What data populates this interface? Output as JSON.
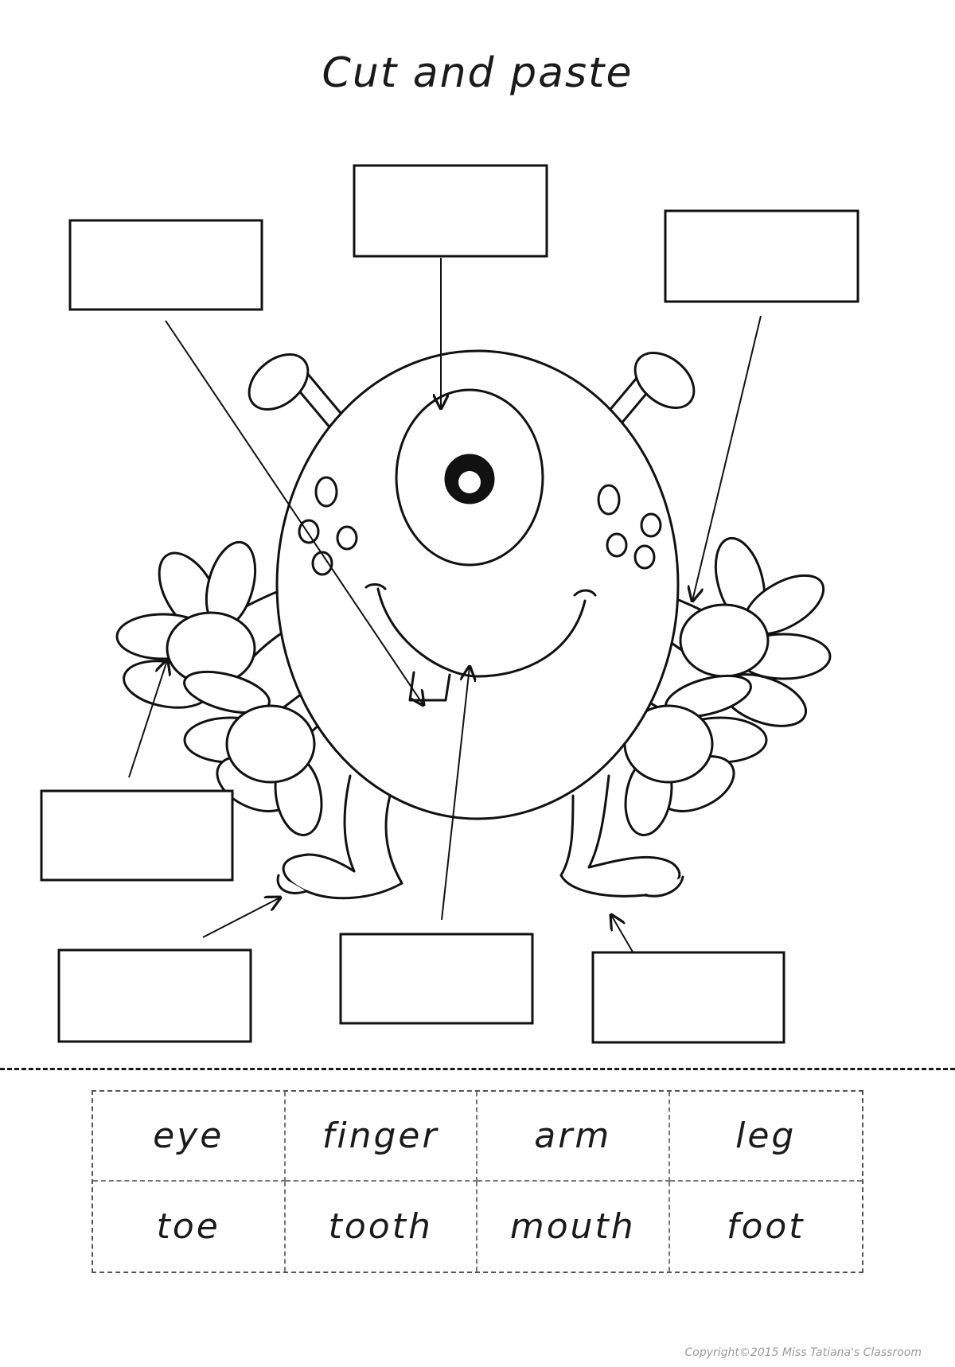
{
  "worksheet": {
    "title": "Cut and paste",
    "words": [
      "eye",
      "finger",
      "arm",
      "leg",
      "toe",
      "tooth",
      "mouth",
      "foot"
    ],
    "copyright": "Copyright©2015 Miss Tatiana's Classroom"
  }
}
